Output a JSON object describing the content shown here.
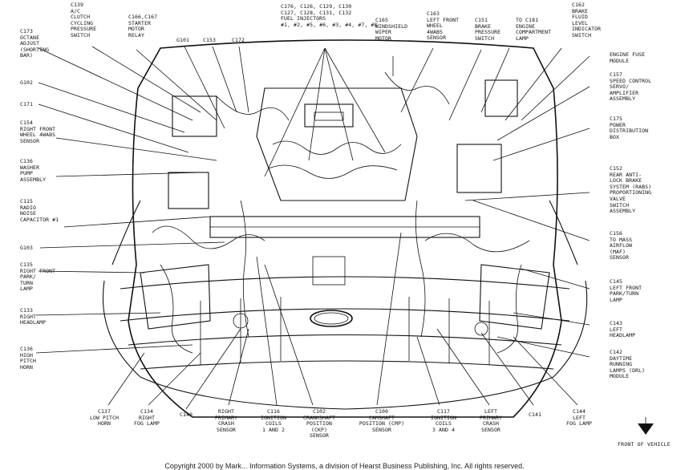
{
  "labels_left": [
    "C173\nOCTANE\nADJUST\n(SHORTING\nBAR)",
    "G102",
    "C171",
    "C154\nRIGHT FRONT\nWHEEL 4WABS\nSENSOR",
    "C136\nWASHER\nPUMP\nASSEMBLY",
    "C115\nRADIO\nNOISE\nCAPACITOR #1",
    "G103",
    "C135\nRIGHT FRONT\nPARK/\nTURN\nLAMP",
    "C133\nRIGHT\nHEADLAMP",
    "C136\nHIGH\nPITCH\nHORN"
  ],
  "labels_top": [
    "C139\nA/C\nCLUTCH\nCYCLING\nPRESSURE\nSWITCH",
    "C166,C167\nSTARTER\nMOTOR\nRELAY",
    "G101",
    "C153",
    "C172",
    "C176, C126, C129, C130\nC127, C128, C131, C132\nFUEL INJECTORS\n#1, #2, #5, #6, #3, #4, #7, #8",
    "C165\nWINDSHIELD\nWIPER\nMOTOR",
    "C163\nLEFT FRONT\nWHEEL\n4WABS\nSENSOR",
    "C151\nBRAKE\nPRESSURE\nSWITCH",
    "TO C181\nENGINE\nCOMPARTMENT\nLAMP",
    "C162\nBRAKE\nFLUID\nLEVEL\nINDICATOR\nSWITCH"
  ],
  "labels_right": [
    "ENGINE FUSE\nMODULE",
    "C157\nSPEED CONTROL\nSERVO/\nAMPLIFIER\nASSEMBLY",
    "C175\nPOWER\nDISTRIBUTION\nBOX",
    "C152\nREAR ANTI-\nLOCK BRAKE\nSYSTEM (RABS)\nPROPORTIONING\nVALVE\nSWITCH\nASSEMBLY",
    "C156\nTO MASS\nAIRFLOW\n(MAF)\nSENSOR",
    "C145\nLEFT FRONT\nPARK/TURN\nLAMP",
    "C143\nLEFT\nHEADLAMP",
    "C142\nDAYTIME\nRUNNING\nLAMPS (DRL)\nMODULE"
  ],
  "labels_bottom": [
    "C137\nLOW PITCH\nHORN",
    "C134\nRIGHT\nFOG LAMP",
    "C140",
    "RIGHT\nPRIMARY\nCRASH\nSENSOR",
    "C116\nIGNITION\nCOILS\n1 AND 2",
    "C102\nCRANKSHAFT\nPOSITION\n(CKP)\nSENSOR",
    "C100\nCAMSHAFT\nPOSITION (CMP)\nSENSOR",
    "C117\nIGNITION\nCOILS\n3 AND 4",
    "LEFT\nPRIMARY\nCRASH\nSENSOR",
    "C141",
    "C144\nLEFT\nFOG LAMP"
  ],
  "front_label": "FRONT OF VEHICLE",
  "copyright": "Copyright 2000 by Mark... Information Systems, a division of Hearst Business Publishing, Inc. All rights reserved."
}
